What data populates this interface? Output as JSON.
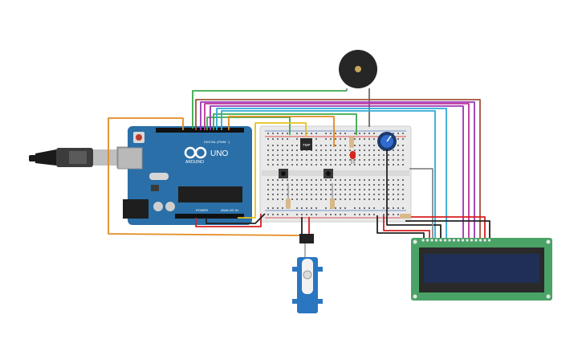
{
  "arduino": {
    "brand": "ARDUINO",
    "model": "UNO",
    "digital_label": "DIGITAL (PWM ~)",
    "power_label": "POWER",
    "analog_label": "ANALOG IN"
  },
  "sensor": {
    "label": "TMP"
  },
  "colors": {
    "board": "#2a6fa8",
    "breadboard": "#e9e9e9",
    "lcd_pcb": "#4aa366",
    "lcd_screen": "#1f2f55",
    "servo": "#2b76c1",
    "wire_orange": "#e38b1f",
    "wire_green": "#3aa94a",
    "wire_red": "#d62020",
    "wire_black": "#222222",
    "wire_purple": "#9b35b5",
    "wire_magenta": "#c0309a",
    "wire_cyan": "#2fa9d6",
    "wire_yellow": "#e6c21b",
    "wire_gray": "#8a8a8a"
  }
}
